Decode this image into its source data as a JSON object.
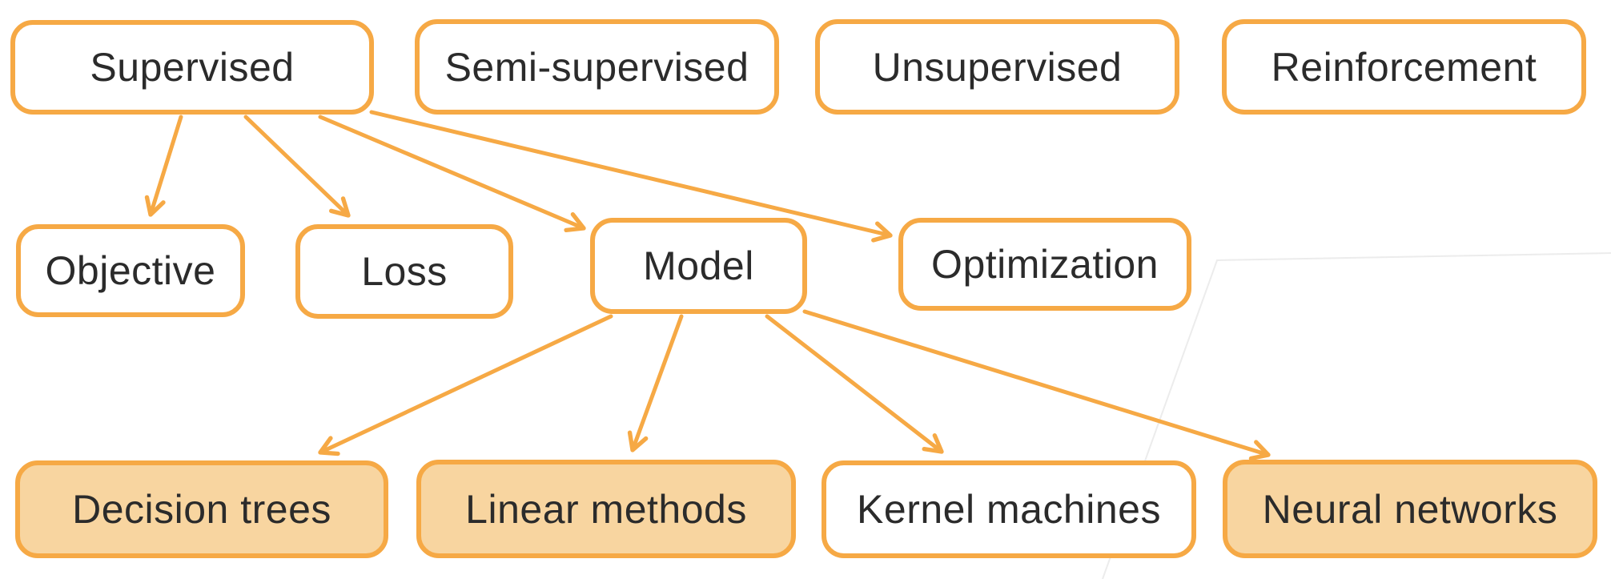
{
  "diagram": {
    "colors": {
      "accent": "#F6A945",
      "node_fill": "#F8D5A0",
      "text": "#2B2B2B",
      "watermark_line": "#ECECEC"
    },
    "nodes": [
      {
        "id": "supervised",
        "label": "Supervised",
        "style": "outline"
      },
      {
        "id": "semi-supervised",
        "label": "Semi-supervised",
        "style": "outline"
      },
      {
        "id": "unsupervised",
        "label": "Unsupervised",
        "style": "outline"
      },
      {
        "id": "reinforcement",
        "label": "Reinforcement",
        "style": "outline"
      },
      {
        "id": "objective",
        "label": "Objective",
        "style": "outline"
      },
      {
        "id": "loss",
        "label": "Loss",
        "style": "outline"
      },
      {
        "id": "model",
        "label": "Model",
        "style": "outline"
      },
      {
        "id": "optimization",
        "label": "Optimization",
        "style": "outline"
      },
      {
        "id": "decision-trees",
        "label": "Decision trees",
        "style": "filled"
      },
      {
        "id": "linear-methods",
        "label": "Linear methods",
        "style": "filled"
      },
      {
        "id": "kernel-machines",
        "label": "Kernel machines",
        "style": "outline"
      },
      {
        "id": "neural-networks",
        "label": "Neural networks",
        "style": "filled"
      }
    ],
    "edges": [
      {
        "from": "supervised",
        "to": "objective"
      },
      {
        "from": "supervised",
        "to": "loss"
      },
      {
        "from": "supervised",
        "to": "model"
      },
      {
        "from": "supervised",
        "to": "optimization"
      },
      {
        "from": "model",
        "to": "decision-trees"
      },
      {
        "from": "model",
        "to": "linear-methods"
      },
      {
        "from": "model",
        "to": "kernel-machines"
      },
      {
        "from": "model",
        "to": "neural-networks"
      }
    ]
  }
}
